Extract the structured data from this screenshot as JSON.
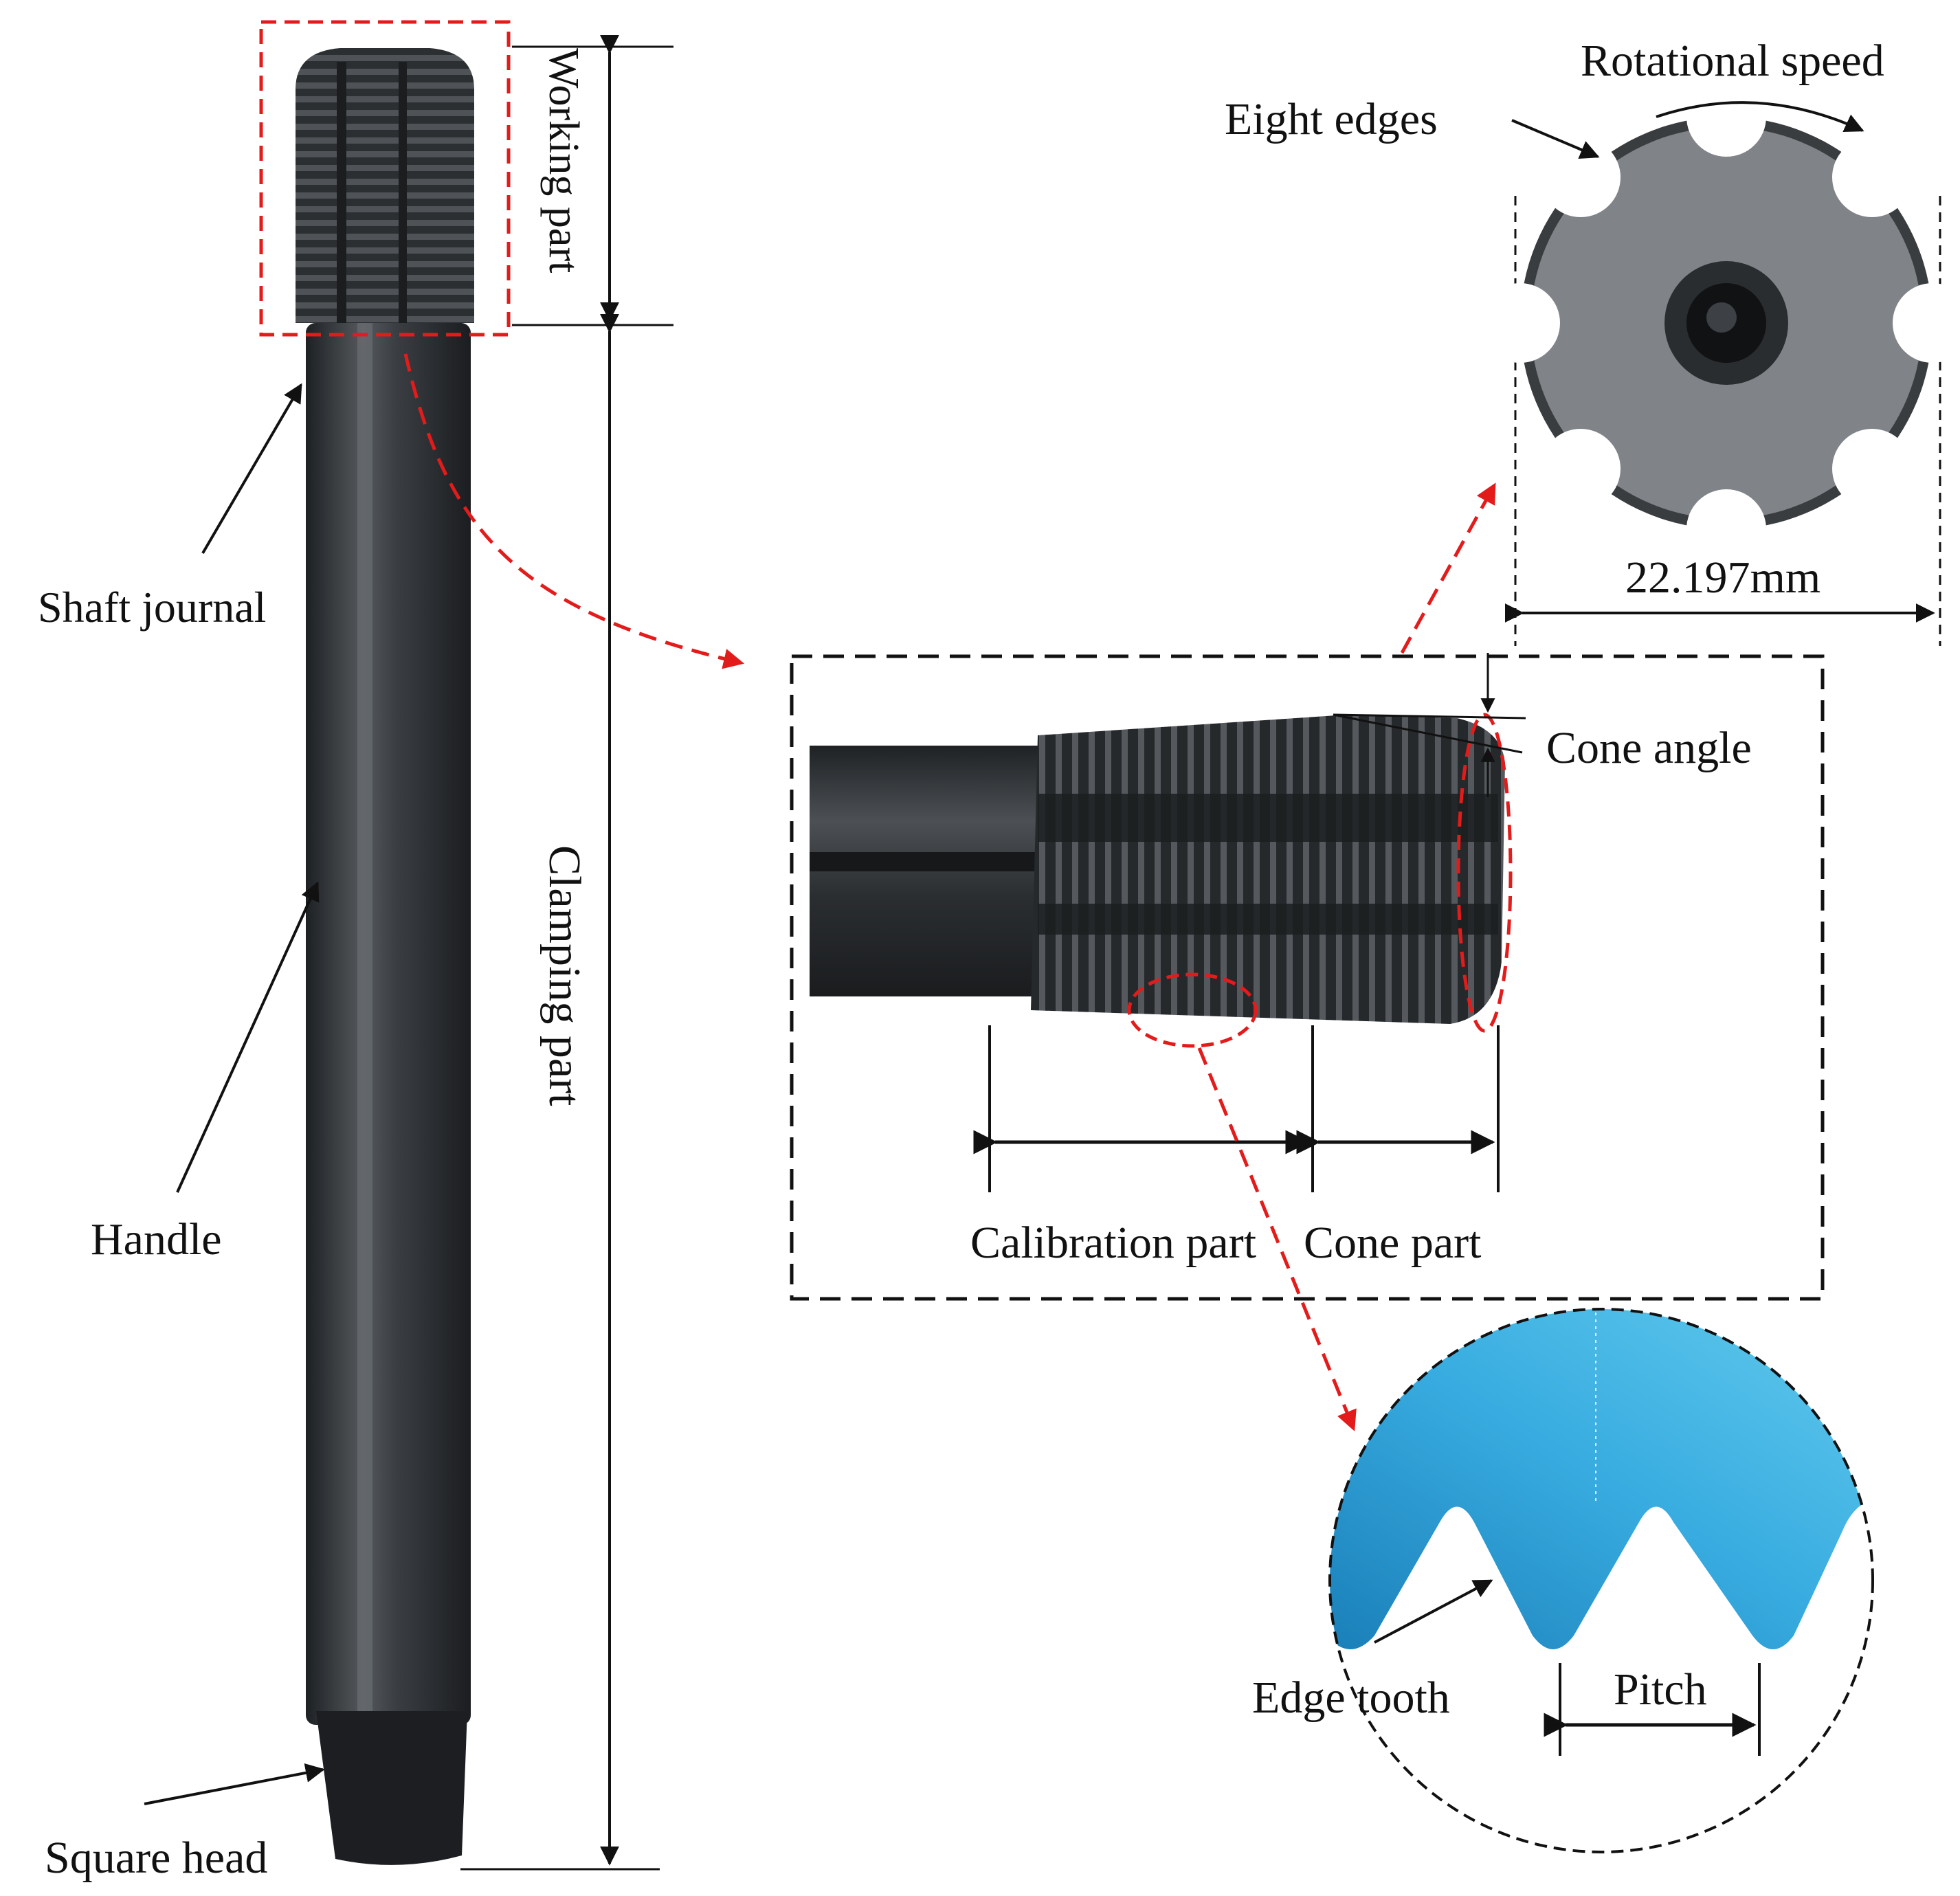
{
  "labels": {
    "working_part": "Working part",
    "clamping_part": "Clamping part",
    "shaft_journal": "Shaft journal",
    "handle": "Handle",
    "square_head": "Square head",
    "rotational_speed": "Rotational speed",
    "eight_edges": "Eight edges",
    "diameter": "22.197mm",
    "cone_angle": "Cone angle",
    "calibration_part": "Calibration part",
    "cone_part": "Cone part",
    "edge_tooth": "Edge tooth",
    "pitch": "Pitch"
  },
  "colors": {
    "red_callout": "#e31b1b",
    "tool_dark": "#2a2d30",
    "tool_mid": "#4a4e52",
    "tool_light": "#6b7075",
    "face_gray": "#7d8185",
    "tooth_blue": "#2f9fd0",
    "tooth_blue_light": "#5cc4e8",
    "line_black": "#111111"
  },
  "icons": {
    "tap_photo": "threaded-tap-side-view",
    "cross_section": "eight-flute-cross-section",
    "tooth_profile": "thread-tooth-profile"
  }
}
